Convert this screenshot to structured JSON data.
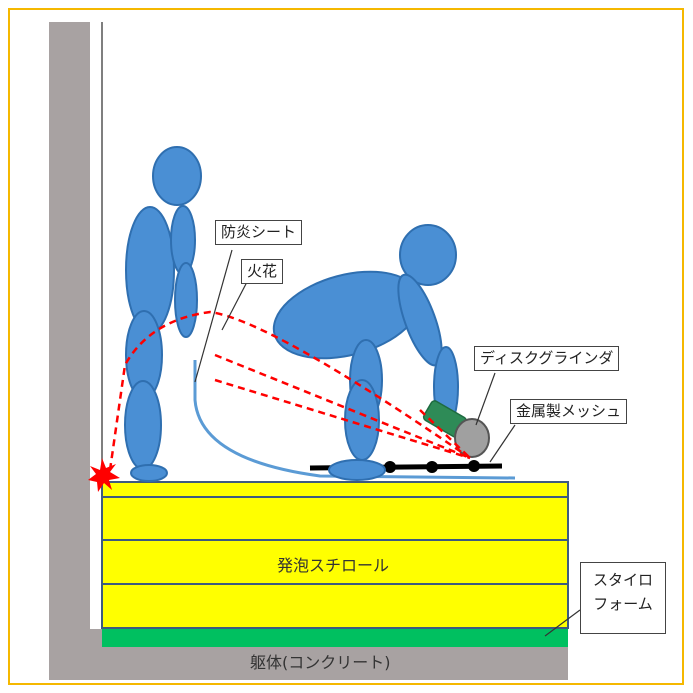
{
  "labels": {
    "fire_sheet": "防炎シート",
    "spark": "火花",
    "disc_grinder": "ディスクグラインダ",
    "metal_mesh": "金属製メッシュ",
    "styrofoam_line1": "スタイロ",
    "styrofoam_line2": "フォーム",
    "foam_polystyrene": "発泡スチロール",
    "structure": "躯体(コンクリート)"
  },
  "colors": {
    "frame_border": "#f5b800",
    "concrete": "#a8a2a2",
    "foam": "#ffff00",
    "foam_border": "#3d5a80",
    "styro": "#00c060",
    "figure": "#4a8fd4",
    "figure_border": "#2f6fb0",
    "spark": "#ff0000",
    "sheet": "#5b9bd5",
    "grinder_body": "#2e8b57",
    "grinder_disc": "#a0a0a0",
    "mesh": "#000000"
  }
}
